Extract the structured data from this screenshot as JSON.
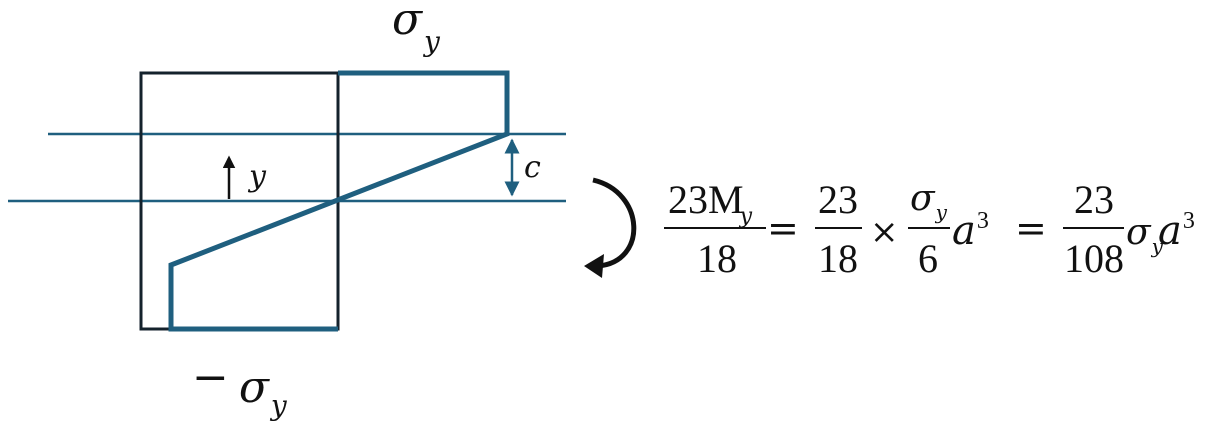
{
  "labels": {
    "top_stress": {
      "base": "σ",
      "sub": "y"
    },
    "bottom_stress": {
      "sign": "−",
      "base": "σ",
      "sub": "y"
    },
    "y_axis": "y",
    "c_dim": "c"
  },
  "equation": {
    "lhs": {
      "num": "23M",
      "num_sub": "y",
      "den": "18"
    },
    "eq1": "=",
    "frac1": {
      "num": "23",
      "den": "18"
    },
    "times": "×",
    "frac2": {
      "num": "σ",
      "num_sub": "y",
      "den": "6"
    },
    "a1": "a",
    "a1_exp": "3",
    "eq2": "=",
    "frac3": {
      "num": "23",
      "den": "108"
    },
    "sigma": "σ",
    "sigma_sub": "y",
    "a2": "a",
    "a2_exp": "3"
  },
  "colors": {
    "stress_profile": "#1f5f7f",
    "section_outline": "#14222c",
    "ink": "#111111"
  }
}
